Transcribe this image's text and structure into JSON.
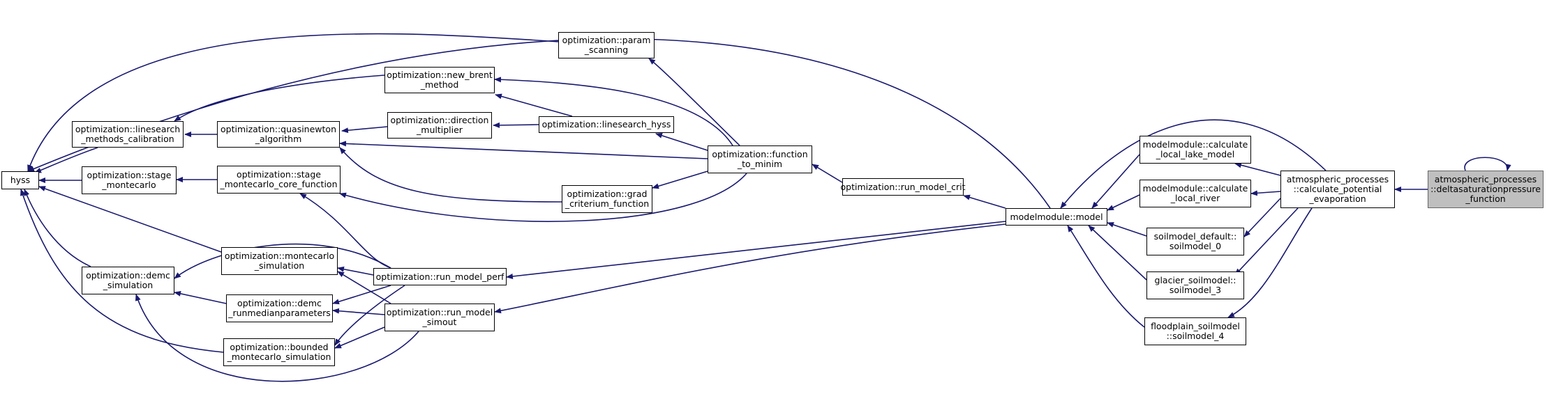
{
  "diagram": {
    "title": "",
    "colors": {
      "edge": "#191970",
      "node_border": "#000000",
      "current_node_fill": "#bfbfbf"
    },
    "nodes": {
      "hyss": "hyss",
      "param_scanning": "optimization::param\n_scanning",
      "new_brent": "optimization::new_brent\n_method",
      "direction_multiplier": "optimization::direction\n_multiplier",
      "linesearch_hyss": "optimization::linesearch_hyss",
      "linesearch_calibration": "optimization::linesearch\n_methods_calibration",
      "quasinewton": "optimization::quasinewton\n_algorithm",
      "function_to_minim": "optimization::function\n_to_minim",
      "stage_montecarlo": "optimization::stage\n_montecarlo",
      "stage_core": "optimization::stage\n_montecarlo_core_function",
      "grad_criterium": "optimization::grad\n_criterium_function",
      "run_model_crit": "optimization::run_model_crit",
      "montecarlo_sim": "optimization::montecarlo\n_simulation",
      "run_model_perf": "optimization::run_model_perf",
      "demc_sim": "optimization::demc\n_simulation",
      "demc_runmedian": "optimization::demc\n_runmedianparameters",
      "run_model_simout": "optimization::run_model\n_simout",
      "bounded_montecarlo": "optimization::bounded\n_montecarlo_simulation",
      "model": "modelmodule::model",
      "lake_model": "modelmodule::calculate\n_local_lake_model",
      "local_river": "modelmodule::calculate\n_local_river",
      "soilmodel_0": "soilmodel_default::\nsoilmodel_0",
      "soilmodel_3": "glacier_soilmodel::\nsoilmodel_3",
      "soilmodel_4": "floodplain_soilmodel\n::soilmodel_4",
      "potential_evap": "atmospheric_processes\n::calculate_potential\n_evaporation",
      "deltasat": "atmospheric_processes\n::deltasaturationpressure\n_function"
    },
    "edges": [
      [
        "param_scanning",
        "hyss"
      ],
      [
        "new_brent",
        "linesearch_calibration"
      ],
      [
        "linesearch_calibration",
        "hyss"
      ],
      [
        "quasinewton",
        "linesearch_calibration"
      ],
      [
        "direction_multiplier",
        "quasinewton"
      ],
      [
        "linesearch_hyss",
        "direction_multiplier"
      ],
      [
        "linesearch_hyss",
        "new_brent"
      ],
      [
        "function_to_minim",
        "param_scanning"
      ],
      [
        "function_to_minim",
        "new_brent"
      ],
      [
        "function_to_minim",
        "linesearch_hyss"
      ],
      [
        "function_to_minim",
        "quasinewton"
      ],
      [
        "grad_criterium",
        "quasinewton"
      ],
      [
        "function_to_minim",
        "grad_criterium"
      ],
      [
        "function_to_minim",
        "stage_core"
      ],
      [
        "run_model_crit",
        "function_to_minim"
      ],
      [
        "model",
        "run_model_crit"
      ],
      [
        "stage_montecarlo",
        "hyss"
      ],
      [
        "stage_core",
        "stage_montecarlo"
      ],
      [
        "demc_sim",
        "hyss"
      ],
      [
        "montecarlo_sim",
        "hyss"
      ],
      [
        "bounded_montecarlo",
        "hyss"
      ],
      [
        "model",
        "hyss"
      ],
      [
        "run_model_perf",
        "stage_core"
      ],
      [
        "run_model_perf",
        "montecarlo_sim"
      ],
      [
        "run_model_perf",
        "demc_runmedian"
      ],
      [
        "run_model_perf",
        "bounded_montecarlo"
      ],
      [
        "run_model_perf",
        "demc_sim"
      ],
      [
        "run_model_simout",
        "montecarlo_sim"
      ],
      [
        "run_model_simout",
        "demc_runmedian"
      ],
      [
        "run_model_simout",
        "bounded_montecarlo"
      ],
      [
        "run_model_simout",
        "demc_sim"
      ],
      [
        "demc_runmedian",
        "demc_sim"
      ],
      [
        "model",
        "run_model_perf"
      ],
      [
        "model",
        "run_model_simout"
      ],
      [
        "lake_model",
        "model"
      ],
      [
        "local_river",
        "model"
      ],
      [
        "soilmodel_0",
        "model"
      ],
      [
        "soilmodel_3",
        "model"
      ],
      [
        "soilmodel_4",
        "model"
      ],
      [
        "potential_evap",
        "model"
      ],
      [
        "potential_evap",
        "lake_model"
      ],
      [
        "potential_evap",
        "local_river"
      ],
      [
        "potential_evap",
        "soilmodel_0"
      ],
      [
        "potential_evap",
        "soilmodel_3"
      ],
      [
        "potential_evap",
        "soilmodel_4"
      ],
      [
        "deltasat",
        "potential_evap"
      ],
      [
        "deltasat",
        "deltasat"
      ]
    ]
  }
}
